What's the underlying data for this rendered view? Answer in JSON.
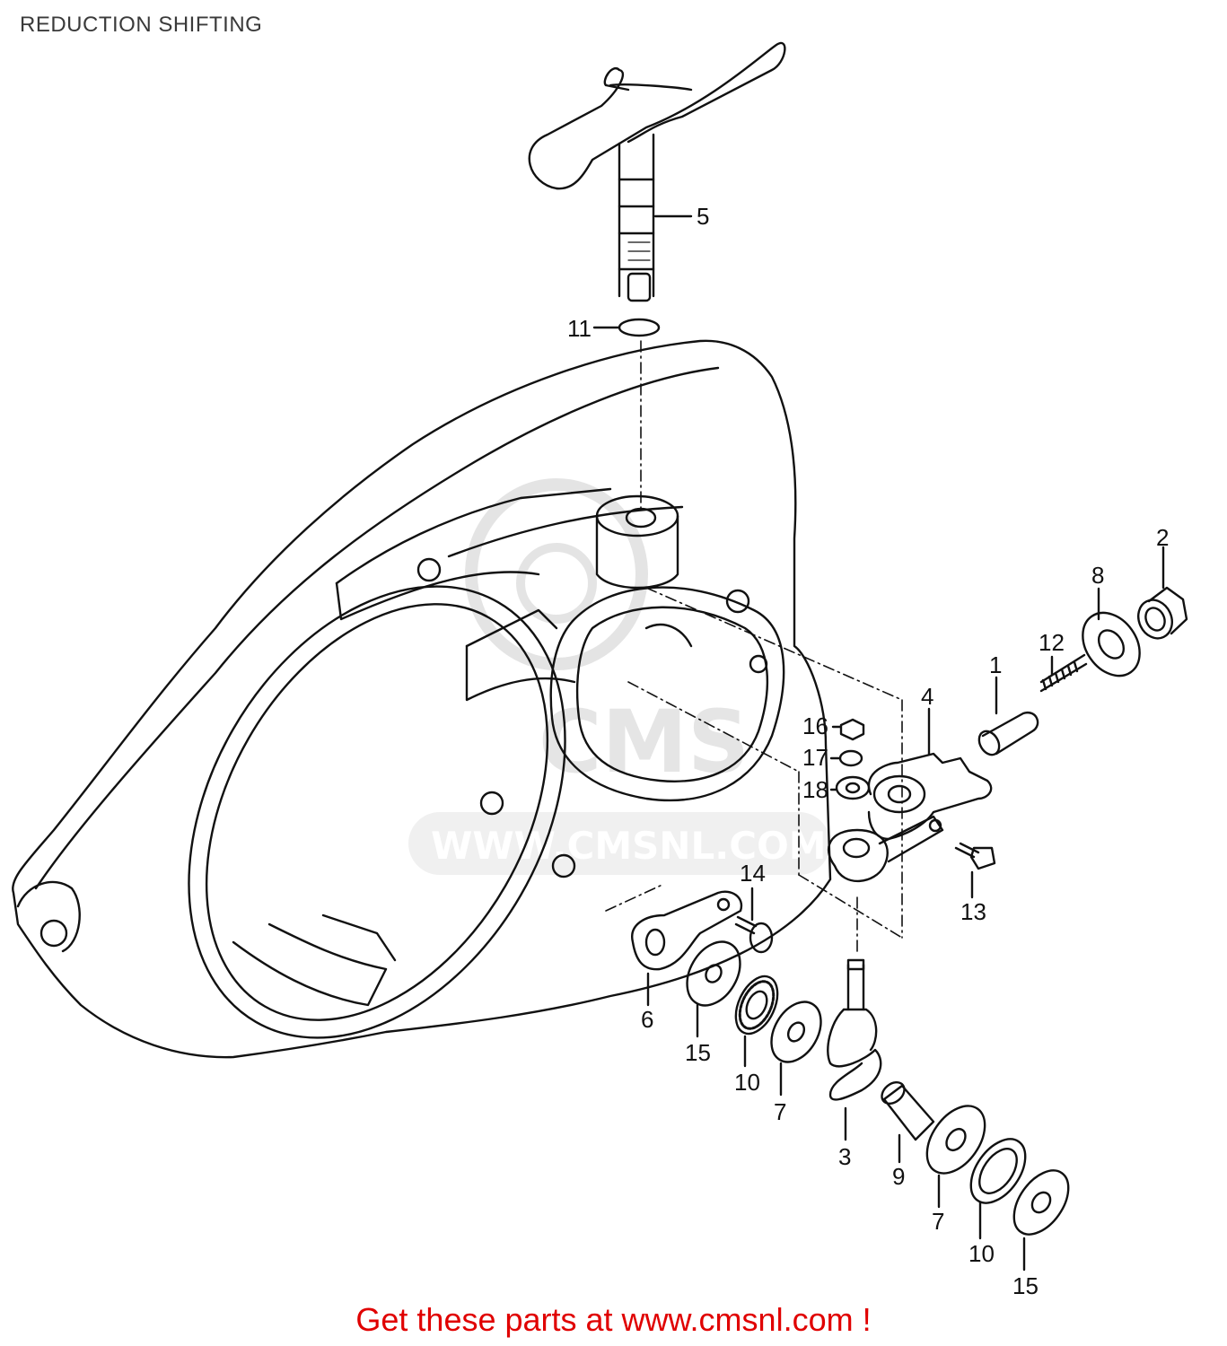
{
  "header": {
    "title": "REDUCTION SHIFTING"
  },
  "watermark": {
    "text": "WWW.CMSNL.COM",
    "logo": "CMS"
  },
  "callouts": [
    {
      "id": "c1",
      "label": "1"
    },
    {
      "id": "c2",
      "label": "2"
    },
    {
      "id": "c3",
      "label": "3"
    },
    {
      "id": "c4",
      "label": "4"
    },
    {
      "id": "c5",
      "label": "5"
    },
    {
      "id": "c6",
      "label": "6"
    },
    {
      "id": "c7a",
      "label": "7"
    },
    {
      "id": "c7b",
      "label": "7"
    },
    {
      "id": "c8",
      "label": "8"
    },
    {
      "id": "c9",
      "label": "9"
    },
    {
      "id": "c10a",
      "label": "10"
    },
    {
      "id": "c10b",
      "label": "10"
    },
    {
      "id": "c11",
      "label": "11"
    },
    {
      "id": "c12",
      "label": "12"
    },
    {
      "id": "c13",
      "label": "13"
    },
    {
      "id": "c14",
      "label": "14"
    },
    {
      "id": "c15a",
      "label": "15"
    },
    {
      "id": "c15b",
      "label": "15"
    },
    {
      "id": "c16",
      "label": "16"
    },
    {
      "id": "c17",
      "label": "17"
    },
    {
      "id": "c18",
      "label": "18"
    }
  ],
  "footer": {
    "promo": "Get these parts at www.cmsnl.com !"
  },
  "colors": {
    "promo": "#e00000",
    "line": "#111111",
    "watermark": "#d8d8d8"
  }
}
